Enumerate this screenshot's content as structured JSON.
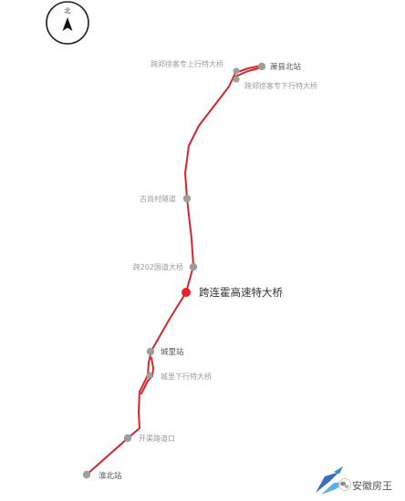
{
  "compass": {
    "label": "北",
    "icon": "north-arrow-icon"
  },
  "route": {
    "color": "#d6252c"
  },
  "stations": {
    "xiao_north": {
      "label": "萧县北站"
    },
    "huai_north": {
      "label": "淮北站"
    }
  },
  "landmarks": {
    "zhengxu_up_bridge": {
      "label": "跨郑徐客专上行特大桥"
    },
    "zhengxu_down_bridge": {
      "label": "跨郑徐客专下行特大桥"
    },
    "gushangcun_tunnel": {
      "label": "古尚村隧道"
    },
    "national_road_202_bridge": {
      "label": "跨202国道大桥"
    },
    "lianhuo_highway_bridge": {
      "label": "跨连霍高速特大桥"
    },
    "chengli_station": {
      "label": "城里站"
    },
    "chengli_down_bridge": {
      "label": "城里下行特大桥"
    },
    "kaiqu_road_crossing": {
      "label": "开渠路道口"
    }
  },
  "watermark": {
    "text": "安徽房王",
    "icon": "wechat-logo-icon"
  }
}
